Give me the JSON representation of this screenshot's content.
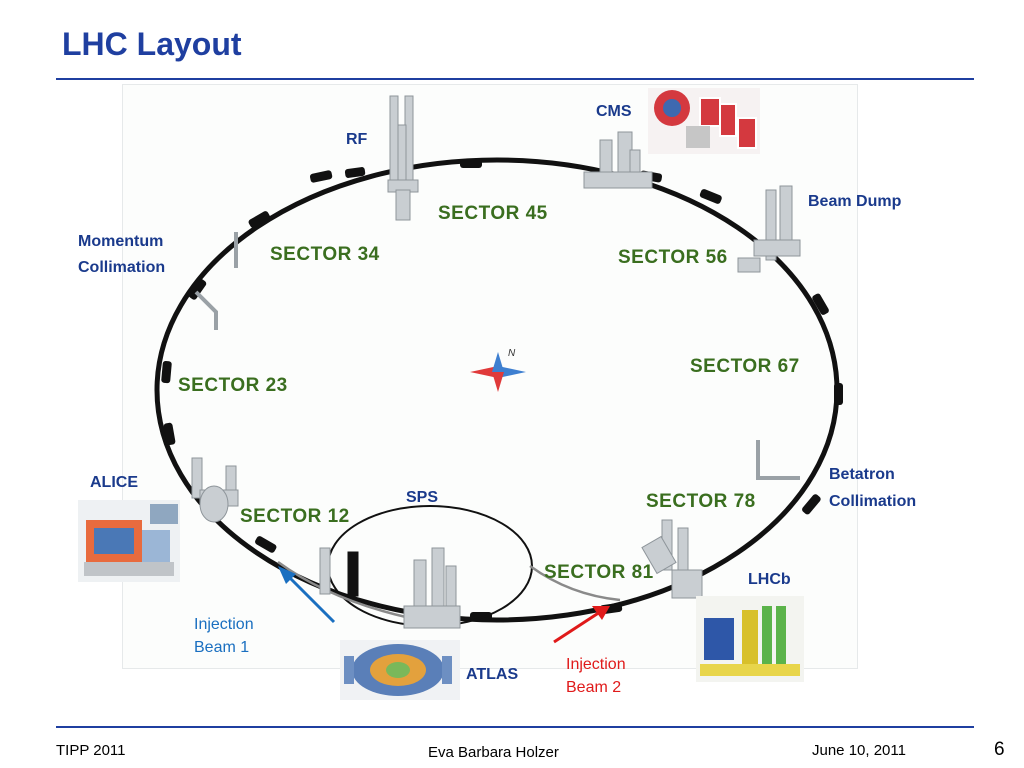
{
  "slide": {
    "title": "LHC Layout"
  },
  "labels": {
    "rf": "RF",
    "cms": "CMS",
    "beam_dump": "Beam Dump",
    "momentum_collimation_1": "Momentum",
    "momentum_collimation_2": "Collimation",
    "alice": "ALICE",
    "sps": "SPS",
    "betatron_collimation_1": "Betatron",
    "betatron_collimation_2": "Collimation",
    "lhcb": "LHCb",
    "atlas": "ATLAS"
  },
  "sectors": {
    "s45": "SECTOR 45",
    "s34": "SECTOR 34",
    "s56": "SECTOR 56",
    "s23": "SECTOR 23",
    "s67": "SECTOR 67",
    "s12": "SECTOR 12",
    "s78": "SECTOR 78",
    "s81": "SECTOR 81"
  },
  "injection": {
    "beam1_line1": "Injection",
    "beam1_line2": "Beam 1",
    "beam2_line1": "Injection",
    "beam2_line2": "Beam 2"
  },
  "compass": {
    "north": "N"
  },
  "footer": {
    "left": "TIPP 2011",
    "center": "Eva Barbara Holzer",
    "right": "June 10, 2011",
    "page": "6"
  },
  "colors": {
    "title": "#1f3fa0",
    "label": "#1a3a8c",
    "sector": "#3a6e1f",
    "beam1": "#1a6fc0",
    "beam2": "#e01a1a"
  }
}
